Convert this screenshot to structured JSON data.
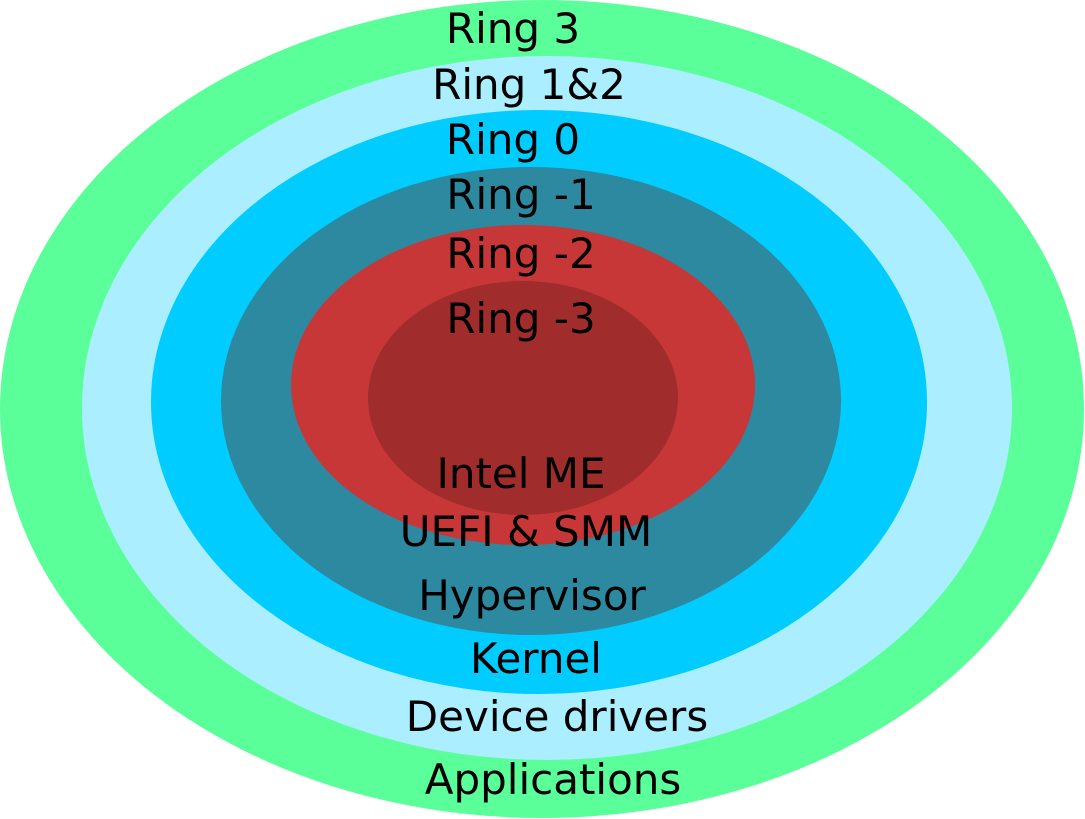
{
  "diagram": {
    "rings": [
      {
        "name": "Ring 3",
        "role": "Applications",
        "color": "#5aff99"
      },
      {
        "name": "Ring 1&2",
        "role": "Device drivers",
        "color": "#aaeeff"
      },
      {
        "name": "Ring 0",
        "role": "Kernel",
        "color": "#00ccff"
      },
      {
        "name": "Ring -1",
        "role": "Hypervisor",
        "color": "#2c89a0"
      },
      {
        "name": "Ring -2",
        "role": "UEFI & SMM",
        "color": "#c83737"
      },
      {
        "name": "Ring -3",
        "role": "Intel ME",
        "color": "#a02c2c"
      }
    ]
  }
}
